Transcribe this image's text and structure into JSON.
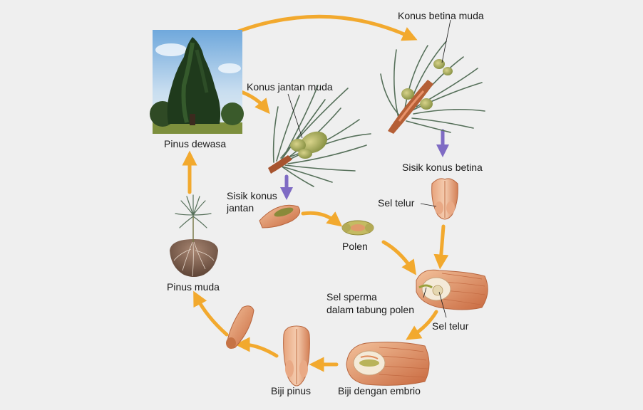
{
  "labels": {
    "adult_pine": "Pinus dewasa",
    "young_male_cone": "Konus jantan muda",
    "young_female_cone": "Konus betina muda",
    "female_cone_scale": "Sisik konus betina",
    "egg_cell_top": "Sel telur",
    "male_cone_scale_line1": "Sisik konus",
    "male_cone_scale_line2": "jantan",
    "pollen": "Polen",
    "sperm_line1": "Sel sperma",
    "sperm_line2": "dalam tabung polen",
    "egg_cell_bottom": "Sel telur",
    "young_pine": "Pinus muda",
    "pine_seed": "Biji pinus",
    "seed_with_embryo": "Biji dengan embrio"
  },
  "colors": {
    "background": "#efefef",
    "cycle_arrow": "#f2a92e",
    "transition_arrow": "#7f6bc4",
    "scale_tissue": "#d9875a",
    "needle": "#56705a"
  }
}
